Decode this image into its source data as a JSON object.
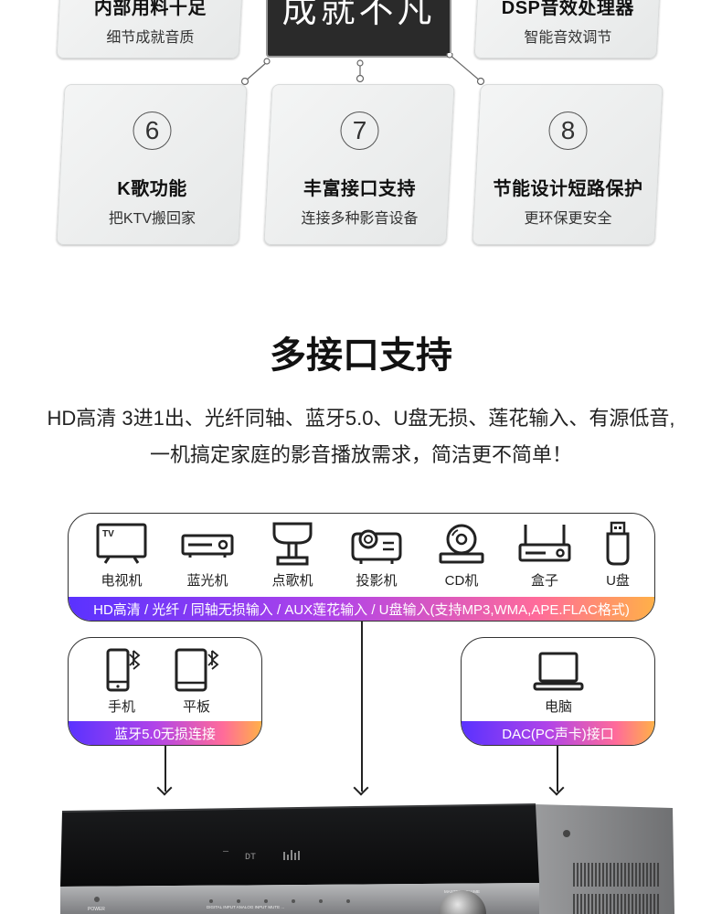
{
  "features": {
    "top_left": {
      "title": "内部用料十足",
      "sub": "细节成就音质"
    },
    "top_center": {
      "title": "成就不凡"
    },
    "top_right": {
      "title": "DSP音效处理器",
      "sub": "智能音效调节"
    },
    "cards": [
      {
        "num": "6",
        "title": "K歌功能",
        "sub": "把KTV搬回家"
      },
      {
        "num": "7",
        "title": "丰富接口支持",
        "sub": "连接多种影音设备"
      },
      {
        "num": "8",
        "title": "节能设计短路保护",
        "sub": "更环保更安全"
      }
    ]
  },
  "section": {
    "title": "多接口支持",
    "desc_line1": "HD高清 3进1出、光纤同轴、蓝牙5.0、U盘无损、莲花输入、有源低音,",
    "desc_line2": "一机搞定家庭的影音播放需求，简洁更不简单！"
  },
  "devices_main": {
    "items": [
      {
        "label": "电视机",
        "icon": "tv-icon"
      },
      {
        "label": "蓝光机",
        "icon": "bluray-player-icon"
      },
      {
        "label": "点歌机",
        "icon": "karaoke-machine-icon"
      },
      {
        "label": "投影机",
        "icon": "projector-icon"
      },
      {
        "label": "CD机",
        "icon": "cd-player-icon"
      },
      {
        "label": "盒子",
        "icon": "router-box-icon"
      },
      {
        "label": "U盘",
        "icon": "usb-drive-icon"
      }
    ],
    "bar": "HD高清 / 光纤 / 同轴无损输入 / AUX莲花输入 / U盘输入(支持MP3,WMA,APE.FLAC格式)"
  },
  "devices_bt": {
    "items": [
      {
        "label": "手机",
        "icon": "phone-bluetooth-icon"
      },
      {
        "label": "平板",
        "icon": "tablet-bluetooth-icon"
      }
    ],
    "bar": "蓝牙5.0无损连接"
  },
  "devices_pc": {
    "items": [
      {
        "label": "电脑",
        "icon": "laptop-icon"
      }
    ],
    "bar": "DAC(PC声卡)接口"
  },
  "receiver": {
    "display_text": "DT",
    "power_label": "POWER",
    "volume_label": "MASTER VOLUME",
    "input_labels": "DIGITAL INPUT  ANALOG INPUT  MUTE  ..."
  },
  "colors": {
    "gradient_start": "#5a32ff",
    "gradient_mid": "#b144e8",
    "gradient_end": "#ffb048",
    "card_bg": "#eceeee"
  }
}
